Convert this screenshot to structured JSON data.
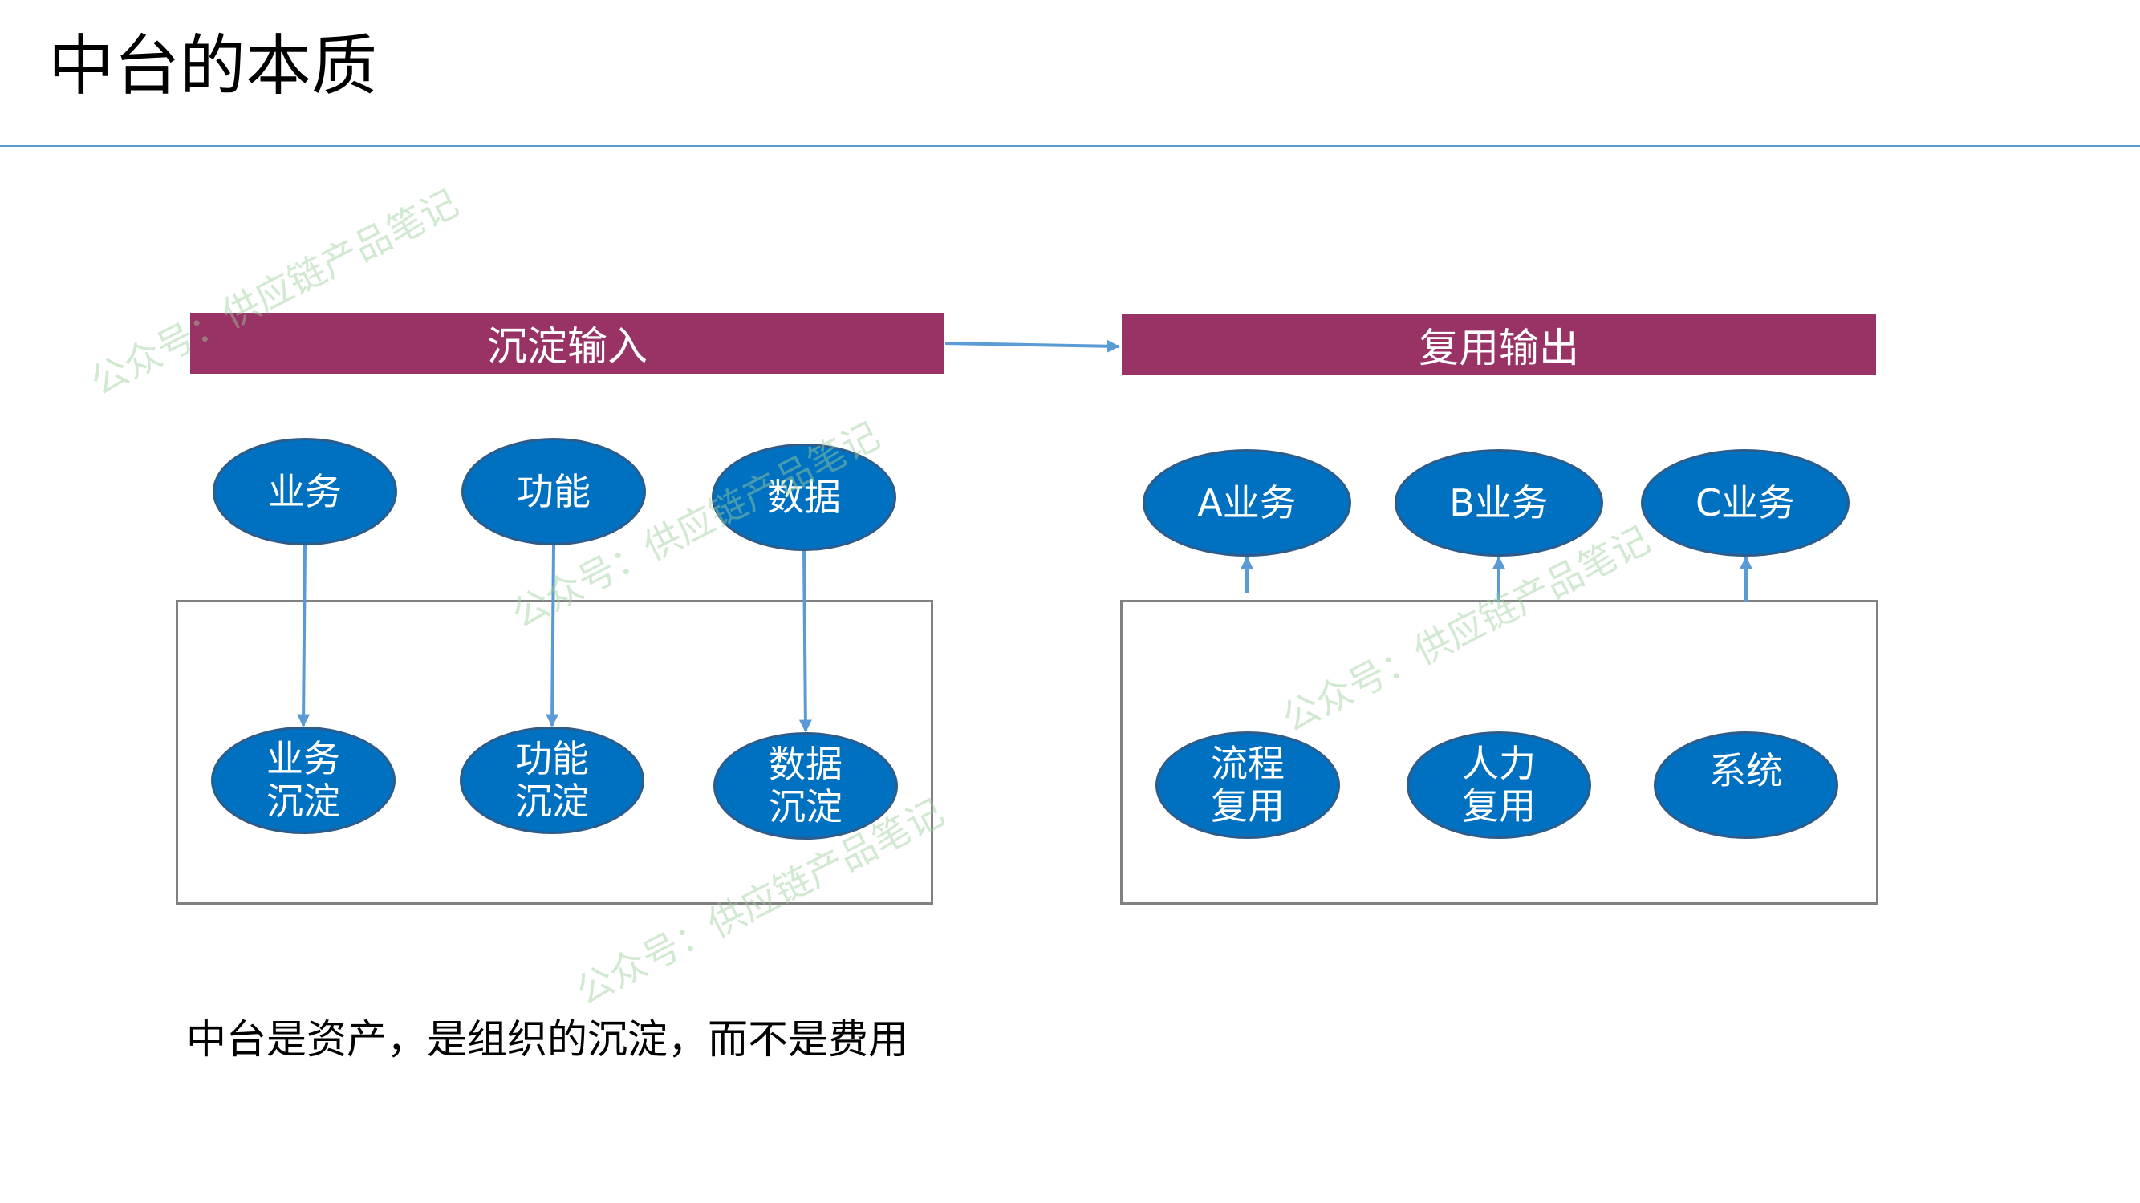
{
  "title": "中台的本质",
  "colors": {
    "banner": "#993366",
    "node": "#0070c0",
    "node_border": "#2e5c8a",
    "arrow": "#5b9bd5",
    "panel_border": "#808080"
  },
  "left": {
    "banner": "沉淀输入",
    "sources": [
      "业务",
      "功能",
      "数据"
    ],
    "results": [
      "业务\n沉淀",
      "功能\n沉淀",
      "数据\n沉淀"
    ]
  },
  "right": {
    "banner": "复用输出",
    "outputs": [
      "A业务",
      "B业务",
      "C业务"
    ],
    "assets": [
      "流程\n复用",
      "人力\n复用",
      "系统"
    ]
  },
  "footnote": "中台是资产，是组织的沉淀，而不是费用",
  "watermark": "公众号：供应链产品笔记"
}
